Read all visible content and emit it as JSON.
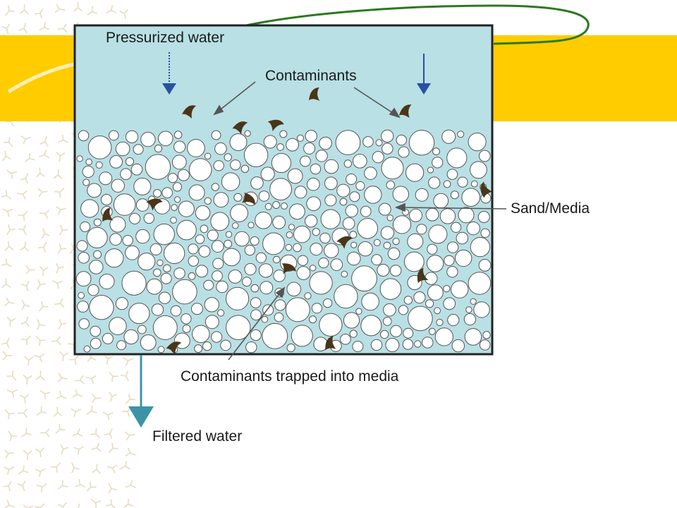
{
  "labels": {
    "pressurized_water": "Pressurized water",
    "contaminants": "Contaminants",
    "sand_media": "Sand/Media",
    "contaminants_trapped": "Contaminants trapped into media",
    "filtered_water": "Filtered water"
  },
  "colors": {
    "water": "#b9e0e4",
    "media_grain": "#ffffff",
    "grain_outline": "#555555",
    "contaminant": "#4a3519",
    "water_arrow": "#2b4fa3",
    "outlet_arrow": "#3c93a6",
    "theme_bar": "#ffcc00",
    "theme_curve": "#2a7a1e",
    "pattern_tint": "#e9e0c6"
  }
}
